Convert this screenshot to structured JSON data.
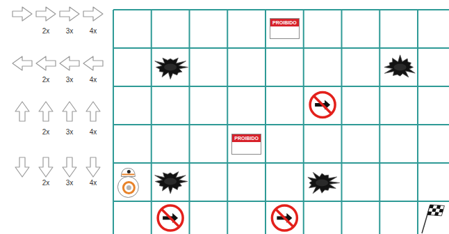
{
  "diagram": {
    "nodes": [
      {
        "text": [
          "PROIBIDO"
        ]
      },
      {
        "text": [
          "PROIBIDO"
        ]
      }
    ],
    "labels": [
      "2x",
      "3x",
      "4x",
      "2x",
      "3x",
      "4x",
      "2x",
      "3x",
      "4x",
      "2x",
      "3x",
      "4x"
    ]
  }
}
